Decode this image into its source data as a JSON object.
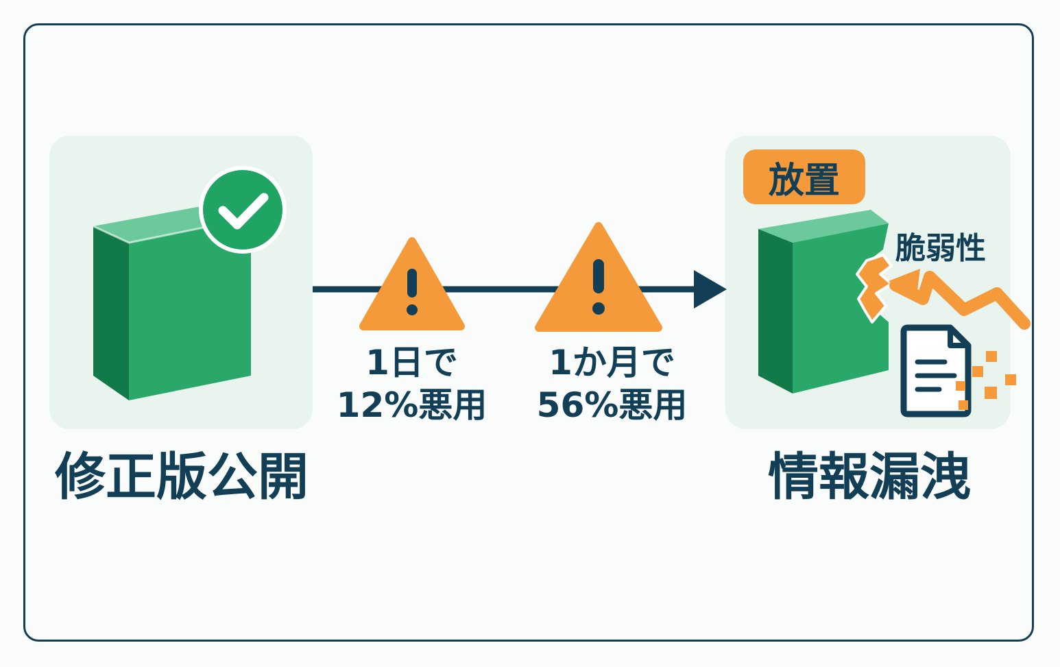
{
  "left_node": {
    "caption": "修正版公開",
    "status_icon": "check-circle-icon"
  },
  "right_node": {
    "caption": "情報漏洩",
    "badge": "放置",
    "vuln_label": "脆弱性",
    "icons": [
      "cracked-box-icon",
      "lightning-attack-icon",
      "leaking-document-icon"
    ]
  },
  "stats": [
    {
      "line1": "1日で",
      "line2": "12%悪用",
      "icon": "warning-triangle-icon"
    },
    {
      "line1": "1か月で",
      "line2": "56%悪用",
      "icon": "warning-triangle-icon"
    }
  ],
  "colors": {
    "green": "#1fa463",
    "orange": "#f59a3b",
    "navy": "#123f55",
    "panel": "#e8f4ed"
  }
}
